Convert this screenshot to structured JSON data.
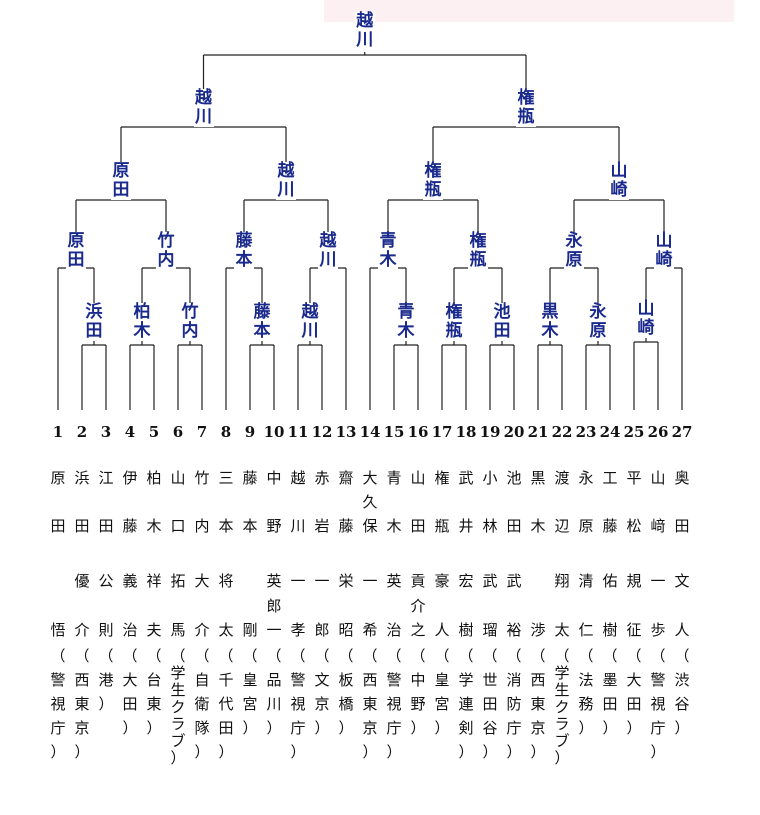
{
  "rounds": {
    "champion": "越川",
    "final": [
      "越川",
      "権瓶"
    ],
    "semifinal": [
      "原田",
      "越川",
      "権瓶",
      "山崎"
    ],
    "quarterfinal": [
      "原田",
      "竹内",
      "藤本",
      "越川",
      "青木",
      "権瓶",
      "永原",
      "山崎"
    ],
    "round1": [
      "浜田",
      "柏木",
      "竹内",
      "藤本",
      "越川",
      "青木",
      "権瓶",
      "池田",
      "黒木",
      "永原",
      "山崎"
    ]
  },
  "players": [
    {
      "no": "1",
      "surname": "原",
      "given": "田",
      "name1": "",
      "name2": "悟",
      "aff": [
        "（",
        "警",
        "視",
        "庁",
        "）"
      ]
    },
    {
      "no": "2",
      "surname": "浜",
      "given": "田",
      "name1": "優",
      "name2": "介",
      "aff": [
        "（",
        "西",
        "東",
        "京",
        "）"
      ]
    },
    {
      "no": "3",
      "surname": "江",
      "given": "田",
      "name1": "公",
      "name2": "則",
      "aff": [
        "（",
        "港",
        "）"
      ]
    },
    {
      "no": "4",
      "surname": "伊",
      "given": "藤",
      "name1": "義",
      "name2": "治",
      "aff": [
        "（",
        "大",
        "田",
        "）"
      ]
    },
    {
      "no": "5",
      "surname": "柏",
      "given": "木",
      "name1": "祥",
      "name2": "夫",
      "aff": [
        "（",
        "台",
        "東",
        "）"
      ]
    },
    {
      "no": "6",
      "surname": "山",
      "given": "口",
      "name1": "拓",
      "name2": "馬",
      "aff": [
        "（",
        "学",
        "生",
        "ク",
        "ラ",
        "ブ",
        "）"
      ]
    },
    {
      "no": "7",
      "surname": "竹",
      "given": "内",
      "name1": "大",
      "name2": "介",
      "aff": [
        "（",
        "自",
        "衛",
        "隊",
        "）"
      ]
    },
    {
      "no": "8",
      "surname": "三",
      "given": "本",
      "name1": "将",
      "name2": "太",
      "aff": [
        "（",
        "千",
        "代",
        "田",
        "）"
      ]
    },
    {
      "no": "9",
      "surname": "藤",
      "given": "本",
      "name1": "",
      "name2": "剛",
      "aff": [
        "（",
        "皇",
        "宮",
        "）"
      ]
    },
    {
      "no": "10",
      "surname": "中",
      "given": "野",
      "name1": "英",
      "name2": "一",
      "name3": "郎",
      "aff": [
        "（",
        "品",
        "川",
        "）"
      ]
    },
    {
      "no": "11",
      "surname": "越",
      "given": "川",
      "name1": "一",
      "name2": "孝",
      "aff": [
        "（",
        "警",
        "視",
        "庁",
        "）"
      ]
    },
    {
      "no": "12",
      "surname": "赤",
      "given": "岩",
      "name1": "一",
      "name2": "郎",
      "aff": [
        "（",
        "文",
        "京",
        "）"
      ]
    },
    {
      "no": "13",
      "surname": "齋",
      "given": "藤",
      "name1": "栄",
      "name2": "昭",
      "aff": [
        "（",
        "板",
        "橋",
        "）"
      ]
    },
    {
      "no": "14",
      "surname": "大",
      "surname2": "久",
      "given": "保",
      "name1": "一",
      "name2": "希",
      "aff": [
        "（",
        "西",
        "東",
        "京",
        "）"
      ]
    },
    {
      "no": "15",
      "surname": "青",
      "given": "木",
      "name1": "英",
      "name2": "治",
      "aff": [
        "（",
        "警",
        "視",
        "庁",
        "）"
      ]
    },
    {
      "no": "16",
      "surname": "山",
      "given": "田",
      "name1": "貢",
      "name2": "之",
      "name3": "介",
      "aff": [
        "（",
        "中",
        "野",
        "）"
      ]
    },
    {
      "no": "17",
      "surname": "権",
      "given": "瓶",
      "name1": "豪",
      "name2": "人",
      "aff": [
        "（",
        "皇",
        "宮",
        "）"
      ]
    },
    {
      "no": "18",
      "surname": "武",
      "given": "井",
      "name1": "宏",
      "name2": "樹",
      "aff": [
        "（",
        "学",
        "連",
        "剣",
        "）"
      ]
    },
    {
      "no": "19",
      "surname": "小",
      "given": "林",
      "name1": "武",
      "name2": "瑠",
      "aff": [
        "（",
        "世",
        "田",
        "谷",
        "）"
      ]
    },
    {
      "no": "20",
      "surname": "池",
      "given": "田",
      "name1": "武",
      "name2": "裕",
      "aff": [
        "（",
        "消",
        "防",
        "庁",
        "）"
      ]
    },
    {
      "no": "21",
      "surname": "黒",
      "given": "木",
      "name1": "",
      "name2": "渉",
      "aff": [
        "（",
        "西",
        "東",
        "京",
        "）"
      ]
    },
    {
      "no": "22",
      "surname": "渡",
      "given": "辺",
      "name1": "翔",
      "name2": "太",
      "aff": [
        "（",
        "学",
        "生",
        "ク",
        "ラ",
        "ブ",
        "）"
      ]
    },
    {
      "no": "23",
      "surname": "永",
      "given": "原",
      "name1": "清",
      "name2": "仁",
      "aff": [
        "（",
        "法",
        "務",
        "）"
      ]
    },
    {
      "no": "24",
      "surname": "工",
      "given": "藤",
      "name1": "佑",
      "name2": "樹",
      "aff": [
        "（",
        "墨",
        "田",
        "）"
      ]
    },
    {
      "no": "25",
      "surname": "平",
      "given": "松",
      "name1": "規",
      "name2": "征",
      "aff": [
        "（",
        "大",
        "田",
        "）"
      ]
    },
    {
      "no": "26",
      "surname": "山",
      "given": "﨑",
      "name1": "一",
      "name2": "歩",
      "aff": [
        "（",
        "警",
        "視",
        "庁",
        "）"
      ]
    },
    {
      "no": "27",
      "surname": "奥",
      "given": "田",
      "name1": "文",
      "name2": "人",
      "aff": [
        "（",
        "渋",
        "谷",
        "）"
      ]
    }
  ]
}
